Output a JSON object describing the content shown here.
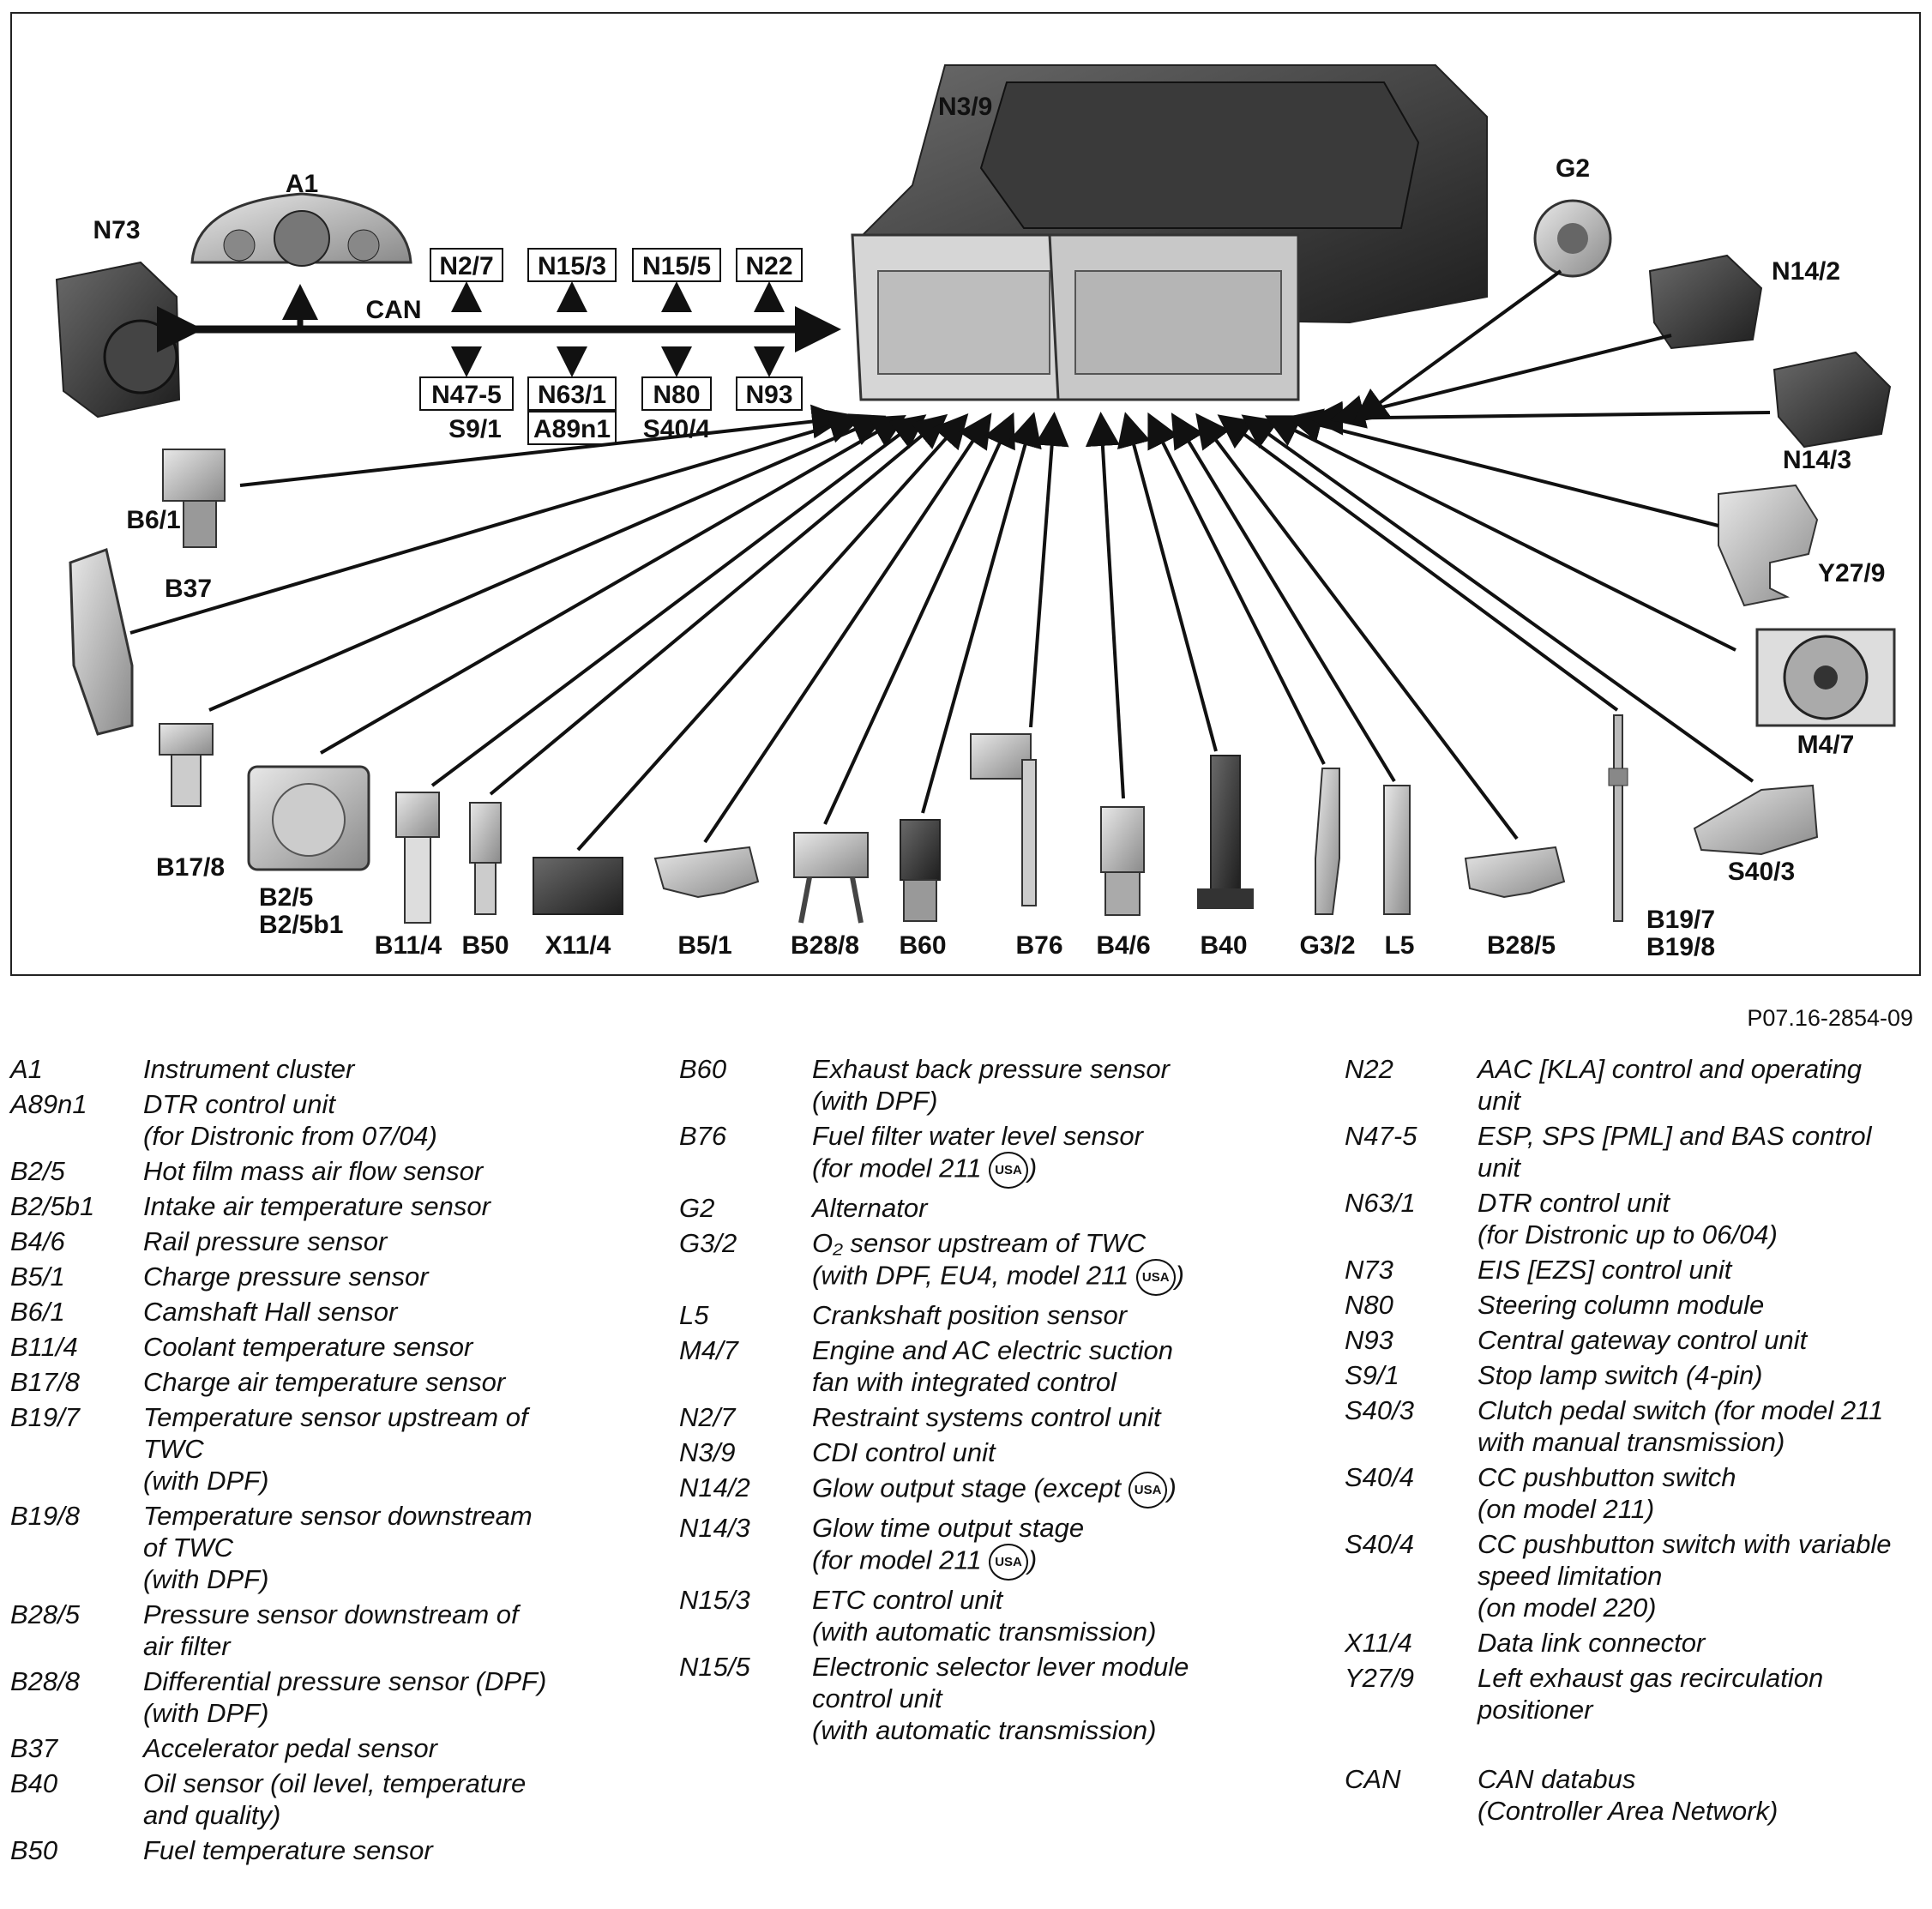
{
  "components": {
    "ecu": "N3/9",
    "cluster": "A1",
    "eis": "N73",
    "can": "CAN",
    "alternator": "G2",
    "n14_2": "N14/2",
    "n14_3": "N14/3",
    "y27_9": "Y27/9",
    "m4_7": "M4/7",
    "s40_3": "S40/3",
    "b6_1": "B6/1",
    "b37": "B37",
    "b17_8": "B17/8",
    "b2_5": "B2/5",
    "b2_5b1": "B2/5b1",
    "b11_4": "B11/4",
    "b50": "B50",
    "x11_4": "X11/4",
    "b5_1": "B5/1",
    "b28_8": "B28/8",
    "b60": "B60",
    "b76": "B76",
    "b4_6": "B4/6",
    "b40": "B40",
    "g3_2": "G3/2",
    "l5": "L5",
    "b28_5": "B28/5",
    "b19_7": "B19/7",
    "b19_8": "B19/8"
  },
  "can_top_boxes": [
    "N2/7",
    "N15/3",
    "N15/5",
    "N22"
  ],
  "can_bottom_boxes": [
    "N47-5",
    "N63/1",
    "N80",
    "N93"
  ],
  "can_bottom_sub": {
    "s9_1": "S9/1",
    "a89n1": "A89n1",
    "s40_4": "S40/4"
  },
  "figure_code": "P07.16-2854-09",
  "legend": {
    "col1": [
      {
        "code": "A1",
        "desc": "Instrument cluster"
      },
      {
        "code": "A89n1",
        "desc": "DTR control unit\n(for Distronic from 07/04)"
      },
      {
        "code": "B2/5",
        "desc": "Hot film mass air flow sensor"
      },
      {
        "code": "B2/5b1",
        "desc": "Intake air temperature sensor"
      },
      {
        "code": "B4/6",
        "desc": "Rail pressure sensor"
      },
      {
        "code": "B5/1",
        "desc": "Charge pressure sensor"
      },
      {
        "code": "B6/1",
        "desc": "Camshaft Hall sensor"
      },
      {
        "code": "B11/4",
        "desc": "Coolant temperature sensor"
      },
      {
        "code": "B17/8",
        "desc": "Charge air temperature sensor"
      },
      {
        "code": "B19/7",
        "desc": "Temperature sensor upstream of\nTWC\n(with DPF)"
      },
      {
        "code": "B19/8",
        "desc": "Temperature sensor downstream\nof TWC\n(with DPF)"
      },
      {
        "code": "B28/5",
        "desc": "Pressure sensor downstream of\nair filter"
      },
      {
        "code": "B28/8",
        "desc": "Differential pressure sensor (DPF)\n(with DPF)"
      },
      {
        "code": "B37",
        "desc": "Accelerator pedal sensor"
      },
      {
        "code": "B40",
        "desc": "Oil sensor (oil level, temperature\nand quality)"
      },
      {
        "code": "B50",
        "desc": "Fuel temperature sensor"
      }
    ],
    "col2": [
      {
        "code": "B60",
        "desc": "Exhaust back pressure sensor\n(with DPF)"
      },
      {
        "code": "B76",
        "desc": "Fuel filter water level sensor\n(for model 211 ",
        "usa": "USA",
        "after": ")"
      },
      {
        "code": "G2",
        "desc": "Alternator"
      },
      {
        "code": "G3/2",
        "desc": "O₂ sensor upstream of TWC\n(with DPF, EU4, model 211 ",
        "usa": "USA",
        "after": ")"
      },
      {
        "code": "L5",
        "desc": "Crankshaft position sensor"
      },
      {
        "code": "M4/7",
        "desc": "Engine and AC electric suction\nfan with integrated control"
      },
      {
        "code": "N2/7",
        "desc": "Restraint systems control unit"
      },
      {
        "code": "N3/9",
        "desc": "CDI control unit"
      },
      {
        "code": "N14/2",
        "desc": "Glow output stage (except ",
        "usa": "USA",
        "after": ")"
      },
      {
        "code": "N14/3",
        "desc": "Glow time output stage\n(for model 211 ",
        "usa": "USA",
        "after": ")"
      },
      {
        "code": "N15/3",
        "desc": "ETC control unit\n(with automatic transmission)"
      },
      {
        "code": "N15/5",
        "desc": "Electronic selector lever module\ncontrol unit\n(with automatic transmission)"
      }
    ],
    "col3": [
      {
        "code": "N22",
        "desc": "AAC [KLA] control and operating\nunit"
      },
      {
        "code": "N47-5",
        "desc": "ESP, SPS [PML] and BAS control\nunit"
      },
      {
        "code": "N63/1",
        "desc": "DTR control unit\n(for Distronic up to 06/04)"
      },
      {
        "code": "N73",
        "desc": "EIS [EZS] control unit"
      },
      {
        "code": "N80",
        "desc": "Steering column module"
      },
      {
        "code": "N93",
        "desc": "Central gateway control unit"
      },
      {
        "code": "S9/1",
        "desc": "Stop lamp switch (4-pin)"
      },
      {
        "code": "S40/3",
        "desc": "Clutch pedal switch (for model 211\nwith manual transmission)"
      },
      {
        "code": "S40/4",
        "desc": "CC pushbutton switch\n(on model 211)"
      },
      {
        "code": "S40/4",
        "desc": "CC pushbutton switch with variable\nspeed limitation\n(on model 220)"
      },
      {
        "code": "X11/4",
        "desc": "Data link connector"
      },
      {
        "code": "Y27/9",
        "desc": "Left exhaust gas recirculation\npositioner"
      },
      {
        "gap": true
      },
      {
        "code": "CAN",
        "desc": "CAN databus\n(Controller Area Network)"
      }
    ]
  }
}
